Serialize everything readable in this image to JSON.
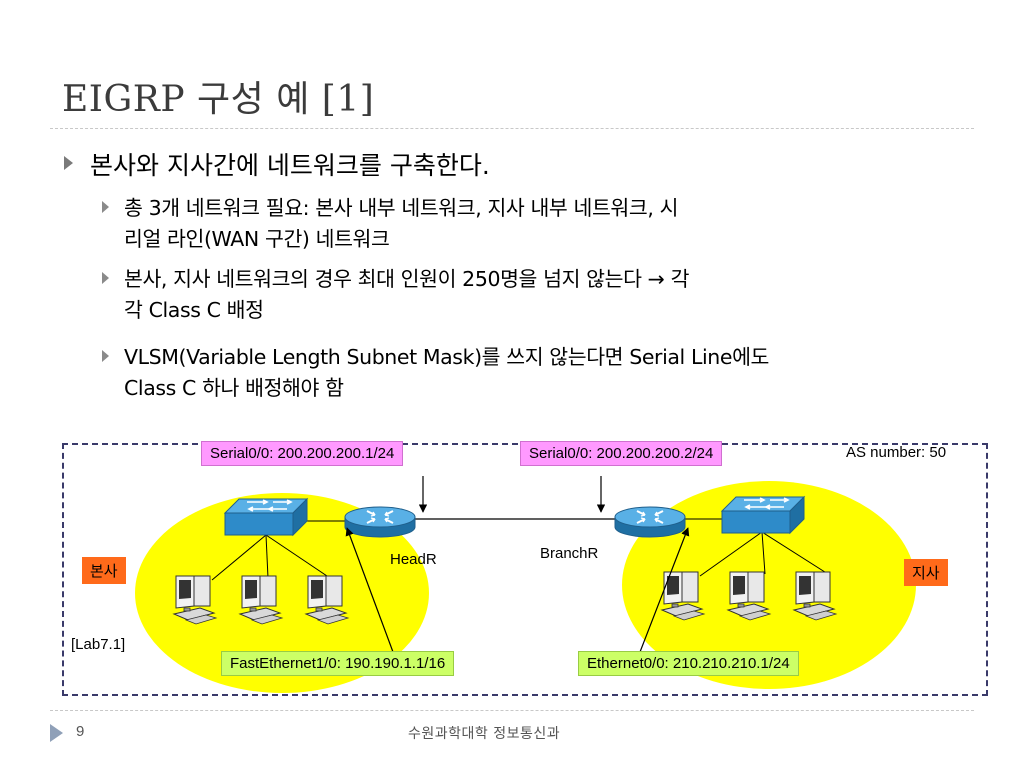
{
  "slide": {
    "title": "EIGRP 구성 예 [1]",
    "page_number": "9",
    "footer": "수원과학대학 정보통신과"
  },
  "bullets": {
    "main": "본사와 지사간에 네트워크를 구축한다.",
    "sub": [
      {
        "line1": "총 3개 네트워크 필요: 본사 내부 네트워크, 지사 내부 네트워크, 시",
        "line2": "리얼 라인(WAN 구간) 네트워크"
      },
      {
        "line1": "본사, 지사 네트워크의 경우 최대 인원이 250명을 넘지 않는다 → 각",
        "line2": "각 Class C 배정"
      },
      {
        "line1": "VLSM(Variable Length Subnet Mask)를 쓰지 않는다면 Serial Line에도",
        "line2": "Class C 하나 배정해야 함"
      }
    ]
  },
  "diagram": {
    "serial_head": "Serial0/0: 200.200.200.1/24",
    "serial_branch": "Serial0/0: 200.200.200.2/24",
    "as_number": "AS number: 50",
    "router_head": "HeadR",
    "router_branch": "BranchR",
    "site_head": "본사",
    "site_branch": "지사",
    "lab_ref": "[Lab7.1]",
    "fe_head": "FastEthernet1/0: 190.190.1.1/16",
    "eth_branch": "Ethernet0/0: 210.210.210.1/24",
    "colors": {
      "lan_area": "#ffff00",
      "serial_label_bg": "#ff99ff",
      "interface_label_bg": "#ccff66",
      "site_label_bg": "#ff6a1a",
      "device_blue": "#2e8bc9"
    }
  }
}
